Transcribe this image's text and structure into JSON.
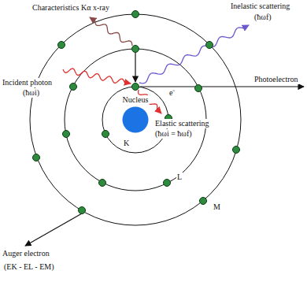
{
  "diagram": {
    "nodes": [
      {
        "text": [
          "Nucleus"
        ]
      }
    ],
    "labels": [
      "Characteristics Kα x-ray",
      "Inelastic scattering",
      "(ħωf)",
      "Photoelectron",
      "e⁻",
      "Incident photon",
      "(ħωi)",
      "Elastic scattering",
      "(ħωi = ħωf)",
      "K",
      "L",
      "M",
      "Auger electron",
      "(EK - EL - EM)"
    ]
  }
}
